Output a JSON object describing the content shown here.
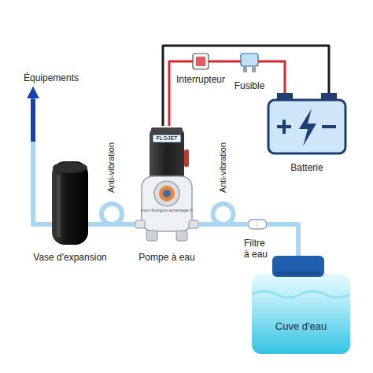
{
  "diagram": {
    "nodes": [
      {
        "text": [
          "Équipements"
        ]
      },
      {
        "text": [
          "Interrupteur"
        ]
      },
      {
        "text": [
          "Fusible"
        ]
      },
      {
        "text": [
          "Batterie"
        ]
      },
      {
        "text": [
          "Vase d'expansion"
        ]
      },
      {
        "text": [
          "Pompe à eau"
        ]
      },
      {
        "text": [
          "Filtre à eau"
        ]
      },
      {
        "text": [
          "Cuve d'eau"
        ]
      }
    ],
    "edges": [
      {
        "from": 7,
        "to": 6,
        "arrow": "none"
      },
      {
        "from": 6,
        "to": 5,
        "label": "Anti-vibration",
        "arrow": "none"
      },
      {
        "from": 5,
        "to": 4,
        "label": "Anti-vibration",
        "arrow": "none"
      },
      {
        "from": 4,
        "to": 0,
        "arrow": "to"
      },
      {
        "from": 3,
        "to": 2,
        "arrow": "none"
      },
      {
        "from": 2,
        "to": 1,
        "arrow": "none"
      },
      {
        "from": 1,
        "to": 5,
        "arrow": "none"
      },
      {
        "from": 3,
        "to": 5,
        "arrow": "none"
      }
    ],
    "labels": [
      "FLOJET",
      "mon-fourgon-amenage.fr"
    ]
  }
}
